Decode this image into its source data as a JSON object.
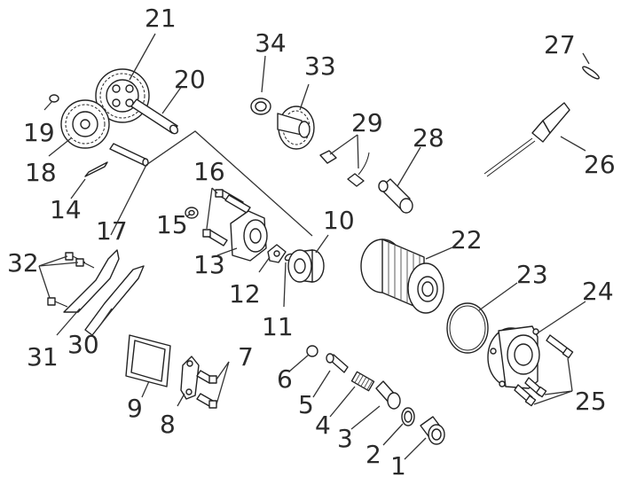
{
  "callouts": [
    {
      "id": "1",
      "text": "1"
    },
    {
      "id": "2",
      "text": "2"
    },
    {
      "id": "3",
      "text": "3"
    },
    {
      "id": "4",
      "text": "4"
    },
    {
      "id": "5",
      "text": "5"
    },
    {
      "id": "6",
      "text": "6"
    },
    {
      "id": "7",
      "text": "7"
    },
    {
      "id": "8",
      "text": "8"
    },
    {
      "id": "9",
      "text": "9"
    },
    {
      "id": "10",
      "text": "10"
    },
    {
      "id": "11",
      "text": "11"
    },
    {
      "id": "12",
      "text": "12"
    },
    {
      "id": "13",
      "text": "13"
    },
    {
      "id": "14",
      "text": "14"
    },
    {
      "id": "15",
      "text": "15"
    },
    {
      "id": "16",
      "text": "16"
    },
    {
      "id": "17",
      "text": "17"
    },
    {
      "id": "18",
      "text": "18"
    },
    {
      "id": "19",
      "text": "19"
    },
    {
      "id": "20",
      "text": "20"
    },
    {
      "id": "21",
      "text": "21"
    },
    {
      "id": "22",
      "text": "22"
    },
    {
      "id": "23",
      "text": "23"
    },
    {
      "id": "24",
      "text": "24"
    },
    {
      "id": "25",
      "text": "25"
    },
    {
      "id": "26",
      "text": "26"
    },
    {
      "id": "27",
      "text": "27"
    },
    {
      "id": "28",
      "text": "28"
    },
    {
      "id": "29",
      "text": "29"
    },
    {
      "id": "30",
      "text": "30"
    },
    {
      "id": "31",
      "text": "31"
    },
    {
      "id": "32",
      "text": "32"
    },
    {
      "id": "33",
      "text": "33"
    },
    {
      "id": "34",
      "text": "34"
    }
  ],
  "colors": {
    "ink": "#222222",
    "label": "#2b2b2b",
    "background": "#ffffff"
  }
}
